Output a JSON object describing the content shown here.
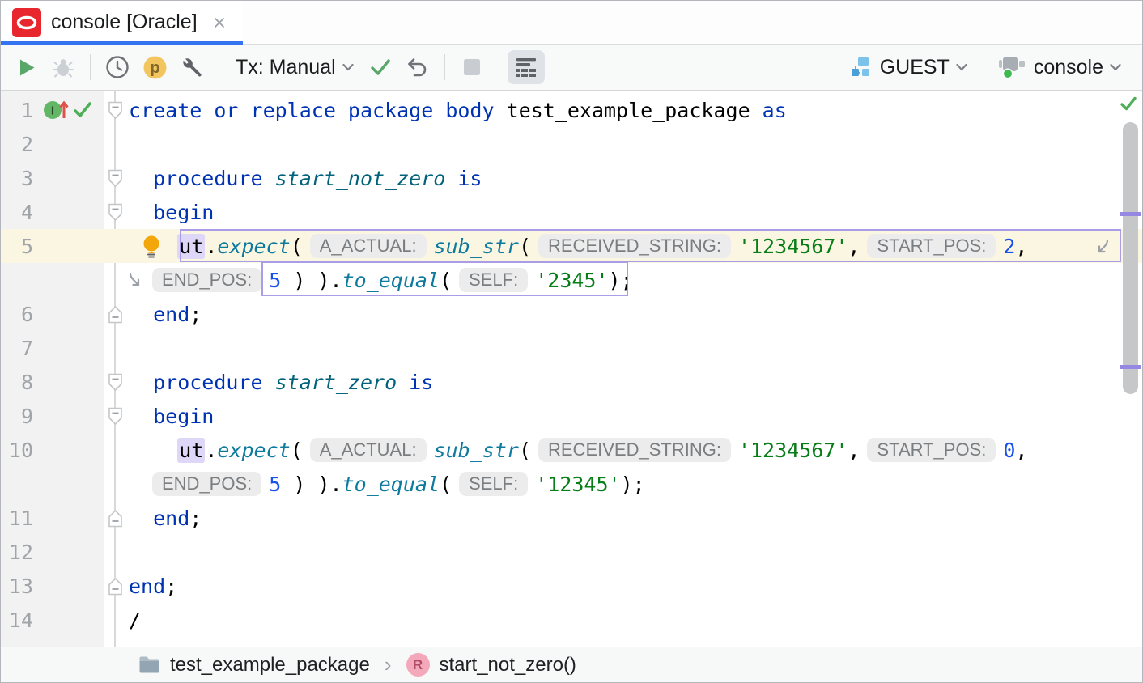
{
  "tab": {
    "title": "console [Oracle]"
  },
  "toolbar": {
    "items": [
      {
        "type": "button",
        "name": "run-button",
        "icon": "play-icon"
      },
      {
        "type": "button",
        "name": "debug-button",
        "icon": "bug-icon",
        "disabled": true
      },
      {
        "type": "sep"
      },
      {
        "type": "button",
        "name": "query-history-button",
        "icon": "clock-icon"
      },
      {
        "type": "button",
        "name": "parameters-button",
        "icon": "parameter-p-icon"
      },
      {
        "type": "button",
        "name": "jdbc-settings-button",
        "icon": "wrench-icon"
      },
      {
        "type": "sep"
      },
      {
        "type": "dropdown",
        "name": "tx-mode-dropdown",
        "label": "Tx: Manual"
      },
      {
        "type": "button",
        "name": "commit-button",
        "icon": "commit-check-icon"
      },
      {
        "type": "button",
        "name": "rollback-button",
        "icon": "rollback-icon"
      },
      {
        "type": "sep"
      },
      {
        "type": "button",
        "name": "stop-button",
        "icon": "stop-icon",
        "disabled": true
      },
      {
        "type": "sep"
      },
      {
        "type": "button",
        "name": "in-editor-results-toggle",
        "icon": "results-table-icon",
        "selected": true
      }
    ],
    "right": [
      {
        "name": "schema-dropdown",
        "icon": "schema-icon",
        "label": "GUEST"
      },
      {
        "name": "session-dropdown",
        "icon": "session-icon",
        "label": "console"
      }
    ]
  },
  "editor": {
    "lines": [
      {
        "num": "1",
        "fold": "down",
        "icons": [
          "package-status-icon",
          "gutter-ok-icon"
        ],
        "indent": 0,
        "seg": [
          {
            "t": "kw",
            "v": "create or replace package body "
          },
          {
            "t": "id",
            "v": "test_example_package"
          },
          {
            "t": "kw",
            "v": " as"
          }
        ]
      },
      {
        "num": "2"
      },
      {
        "num": "3",
        "fold": "down",
        "indent": 2,
        "seg": [
          {
            "t": "kw",
            "v": "procedure "
          },
          {
            "t": "proc",
            "v": "start_not_zero"
          },
          {
            "t": "kw",
            "v": " is"
          }
        ]
      },
      {
        "num": "4",
        "fold": "down",
        "indent": 2,
        "seg": [
          {
            "t": "kw",
            "v": "begin"
          }
        ]
      },
      {
        "num": "5",
        "caret": true,
        "bulb": true,
        "wrapEnd": true,
        "indent": 4,
        "seg": [
          {
            "t": "idhl",
            "v": "ut"
          },
          {
            "t": "p",
            "v": "."
          },
          {
            "t": "call",
            "v": "expect"
          },
          {
            "t": "p",
            "v": "("
          },
          {
            "t": "hint",
            "v": "A_ACTUAL:"
          },
          {
            "t": "call",
            "v": "sub_str"
          },
          {
            "t": "p",
            "v": "("
          },
          {
            "t": "hint",
            "v": "RECEIVED_STRING:"
          },
          {
            "t": "str",
            "v": "'1234567'"
          },
          {
            "t": "p",
            "v": ","
          },
          {
            "t": "hint",
            "v": "START_POS:"
          },
          {
            "t": "num",
            "v": "2"
          },
          {
            "t": "p",
            "v": ","
          }
        ]
      },
      {
        "num": "",
        "wrapArrow": true,
        "pad": 20,
        "seg": [
          {
            "t": "hint",
            "v": "END_POS:"
          },
          {
            "t": "num",
            "v": "5"
          },
          {
            "t": "p",
            "v": " ) )."
          },
          {
            "t": "call",
            "v": "to_equal"
          },
          {
            "t": "p",
            "v": "("
          },
          {
            "t": "hint",
            "v": "SELF:"
          },
          {
            "t": "str",
            "v": "'2345'"
          },
          {
            "t": "p",
            "v": ");"
          }
        ]
      },
      {
        "num": "6",
        "fold": "up",
        "indent": 2,
        "seg": [
          {
            "t": "kw",
            "v": "end"
          },
          {
            "t": "p",
            "v": ";"
          }
        ]
      },
      {
        "num": "7"
      },
      {
        "num": "8",
        "fold": "down",
        "indent": 2,
        "seg": [
          {
            "t": "kw",
            "v": "procedure "
          },
          {
            "t": "proc",
            "v": "start_zero"
          },
          {
            "t": "kw",
            "v": " is"
          }
        ]
      },
      {
        "num": "9",
        "fold": "down",
        "indent": 2,
        "seg": [
          {
            "t": "kw",
            "v": "begin"
          }
        ]
      },
      {
        "num": "10",
        "indent": 4,
        "seg": [
          {
            "t": "idhl",
            "v": "ut"
          },
          {
            "t": "p",
            "v": "."
          },
          {
            "t": "call",
            "v": "expect"
          },
          {
            "t": "p",
            "v": "("
          },
          {
            "t": "hint",
            "v": "A_ACTUAL:"
          },
          {
            "t": "call",
            "v": "sub_str"
          },
          {
            "t": "p",
            "v": "("
          },
          {
            "t": "hint",
            "v": "RECEIVED_STRING:"
          },
          {
            "t": "str",
            "v": "'1234567'"
          },
          {
            "t": "p",
            "v": ","
          },
          {
            "t": "hint",
            "v": "START_POS:"
          },
          {
            "t": "num",
            "v": "0"
          },
          {
            "t": "p",
            "v": ","
          }
        ]
      },
      {
        "num": "",
        "pad": 20,
        "seg": [
          {
            "t": "hint",
            "v": "END_POS:"
          },
          {
            "t": "num",
            "v": "5"
          },
          {
            "t": "p",
            "v": " ) )."
          },
          {
            "t": "call",
            "v": "to_equal"
          },
          {
            "t": "p",
            "v": "("
          },
          {
            "t": "hint",
            "v": "SELF:"
          },
          {
            "t": "str",
            "v": "'12345'"
          },
          {
            "t": "p",
            "v": ");"
          }
        ]
      },
      {
        "num": "11",
        "fold": "up",
        "indent": 2,
        "seg": [
          {
            "t": "kw",
            "v": "end"
          },
          {
            "t": "p",
            "v": ";"
          }
        ]
      },
      {
        "num": "12"
      },
      {
        "num": "13",
        "fold": "up",
        "indent": 0,
        "seg": [
          {
            "t": "kw",
            "v": "end"
          },
          {
            "t": "p",
            "v": ";"
          }
        ]
      },
      {
        "num": "14",
        "indent": 0,
        "seg": [
          {
            "t": "p",
            "v": "/"
          }
        ]
      }
    ]
  },
  "breadcrumb": {
    "items": [
      {
        "label": "test_example_package",
        "icon": "folder-icon"
      },
      {
        "label": "start_not_zero()",
        "icon": "routine-r-icon",
        "badge_letter": "R"
      }
    ]
  },
  "colors": {
    "tab_accent": "#3574F0",
    "keyword": "#0033B3",
    "string": "#067D17",
    "number": "#1750EB",
    "routine": "#00627A",
    "routine_call": "#0E7A9E",
    "hint_bg": "#ECECEC",
    "caret_row": "#FBF6E2",
    "identifier_highlight": "#DED7F8",
    "statement_box": "#A99DE8",
    "run_green": "#59A869",
    "oracle_red": "#E8262D",
    "gutter_bg": "#F2F2F2"
  }
}
